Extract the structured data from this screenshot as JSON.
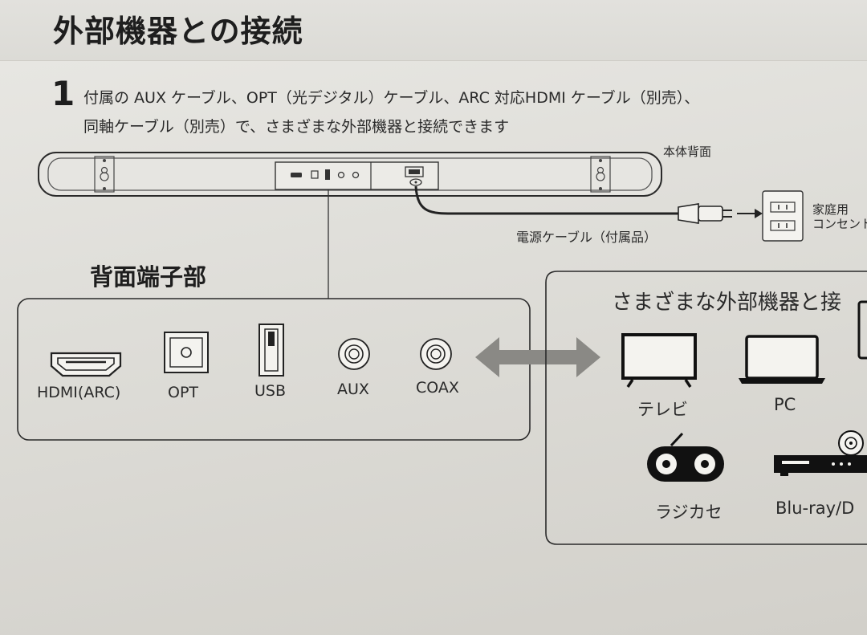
{
  "title": "外部機器との接続",
  "step": {
    "number": "1",
    "line1": "付属の AUX ケーブル、OPT（光デジタル）ケーブル、ARC 対応HDMI ケーブル（別売）、",
    "line2": "同軸ケーブル（別売）で、さまざまな外部機器と接続できます"
  },
  "diagram": {
    "rear_label": "本体背面",
    "power_cable_label": "電源ケーブル（付属品）",
    "outlet_label_1": "家庭用",
    "outlet_label_2": "コンセント",
    "terminal_section_title": "背面端子部",
    "ports": [
      {
        "label": "HDMI(ARC)",
        "icon": "hdmi-port-icon"
      },
      {
        "label": "OPT",
        "icon": "optical-port-icon"
      },
      {
        "label": "USB",
        "icon": "usb-port-icon"
      },
      {
        "label": "AUX",
        "icon": "aux-jack-icon"
      },
      {
        "label": "COAX",
        "icon": "coax-jack-icon"
      }
    ],
    "devices_heading": "さまざまな外部機器と接",
    "devices": [
      {
        "label": "テレビ",
        "icon": "tv-icon"
      },
      {
        "label": "PC",
        "icon": "laptop-icon"
      },
      {
        "label": "ラジカセ",
        "icon": "radio-cassette-icon"
      },
      {
        "label": "Blu-ray/D",
        "icon": "bluray-player-icon"
      }
    ]
  }
}
